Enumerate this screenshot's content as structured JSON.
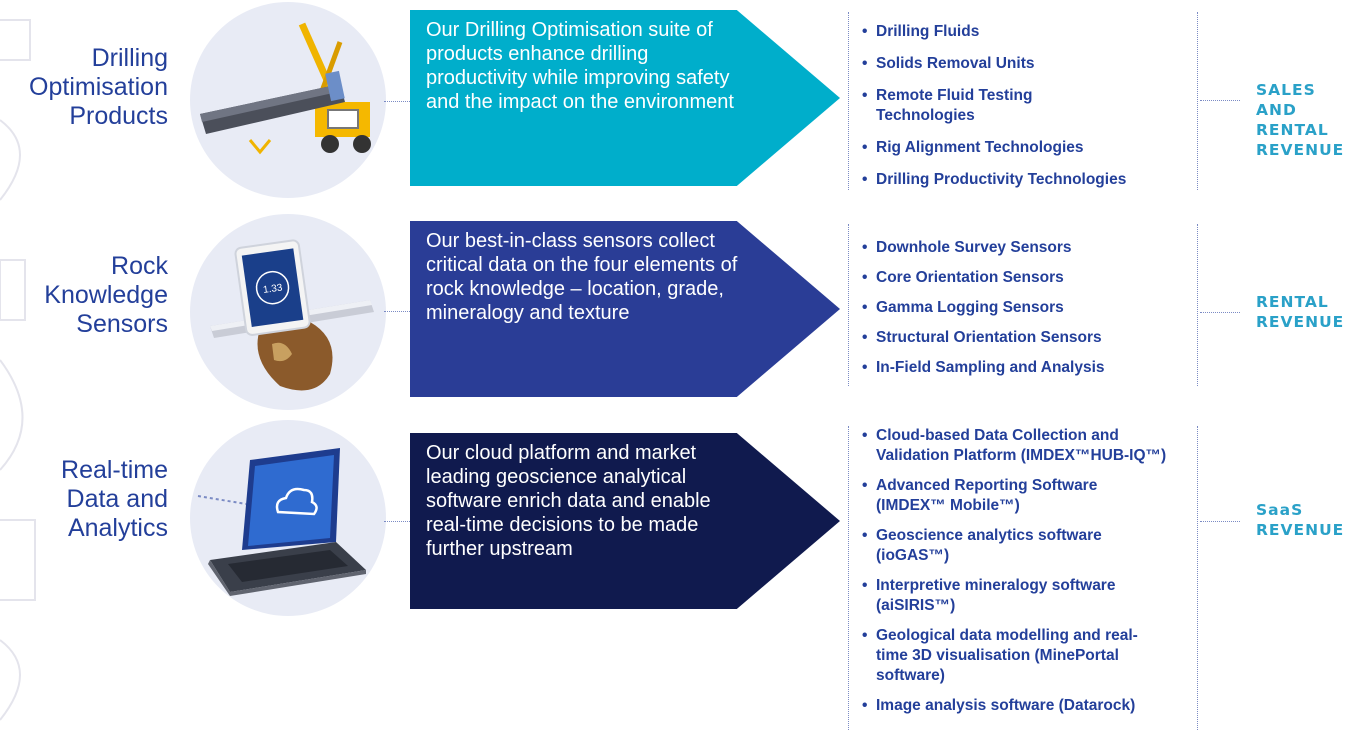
{
  "rows": [
    {
      "title_lines": [
        "Drilling",
        "Optimisation",
        "Products"
      ],
      "description": "Our Drilling Optimisation suite of products enhance drilling productivity while improving safety and the impact on the environment",
      "items": [
        "Drilling Fluids",
        "Solids Removal Units",
        "Remote Fluid Testing Technologies",
        "Rig Alignment Technologies",
        "Drilling Productivity Technologies"
      ],
      "revenue_lines": [
        "SALES AND",
        "RENTAL",
        "REVENUE"
      ],
      "arrow_color": "#00aecb",
      "icon": "drill-rig-icon"
    },
    {
      "title_lines": [
        "Rock",
        "Knowledge",
        "Sensors"
      ],
      "description": "Our best-in-class sensors collect critical data on the four elements of rock knowledge – location, grade, mineralogy and texture",
      "items": [
        "Downhole Survey Sensors",
        "Core Orientation Sensors",
        "Gamma Logging Sensors",
        "Structural Orientation Sensors",
        "In-Field Sampling and Analysis"
      ],
      "revenue_lines": [
        "RENTAL",
        "REVENUE"
      ],
      "arrow_color": "#2a3d96",
      "icon": "sensor-tablet-icon",
      "tablet_value": "1.33"
    },
    {
      "title_lines": [
        "Real-time",
        "Data and",
        "Analytics"
      ],
      "description": "Our cloud platform and market leading geoscience analytical software enrich data and enable real-time decisions to be made further upstream",
      "items": [
        "Cloud-based Data Collection and Validation Platform (IMDEX™HUB-IQ™)",
        "Advanced Reporting Software (IMDEX™ Mobile™)",
        "Geoscience analytics software (ioGAS™)",
        "Interpretive mineralogy software (aiSIRIS™)",
        "Geological data modelling and real-time 3D visualisation (MinePortal software)",
        "Image analysis software (Datarock)"
      ],
      "revenue_lines": [
        "SaaS",
        "REVENUE"
      ],
      "arrow_color": "#101a4e",
      "icon": "laptop-cloud-icon"
    }
  ]
}
